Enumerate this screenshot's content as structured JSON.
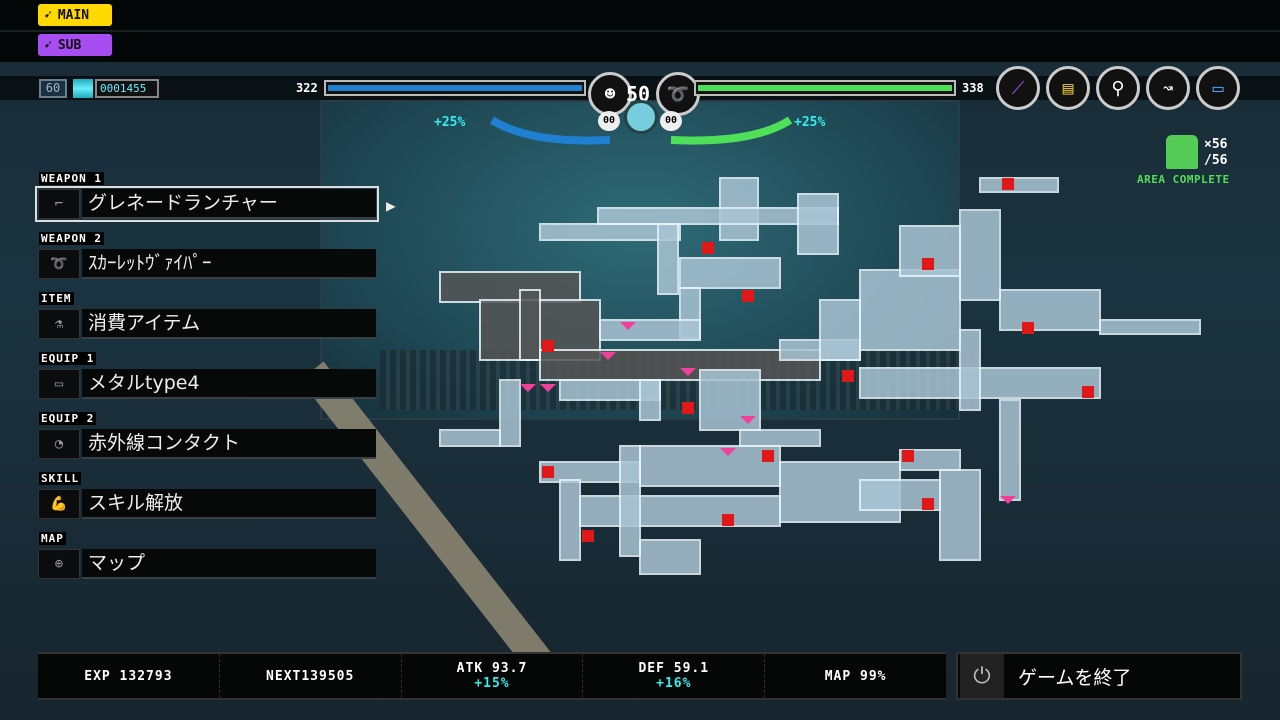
{
  "top_buttons": {
    "main": "MAIN",
    "sub": "SUB"
  },
  "hud": {
    "level": "60",
    "money": "0001455",
    "player1_hp": "322",
    "player2_hp": "338",
    "player1_hp_fraction": 1.0,
    "player2_hp_fraction": 1.0,
    "counter": "50",
    "player1_bonus": "+25%",
    "player2_bonus": "+25%",
    "player1_ammo": "00",
    "player2_ammo": "00"
  },
  "equipment_icons": [
    "sword-icon",
    "keycard-icon",
    "grapple-icon",
    "whip-icon",
    "chip-icon"
  ],
  "area": {
    "collected": "×56",
    "total": "/56",
    "status": "AREA COMPLETE"
  },
  "menu": [
    {
      "label": "WEAPON 1",
      "value": "グレネードランチャー",
      "icon": "grenade-launcher-icon"
    },
    {
      "label": "WEAPON 2",
      "value": "ｽｶｰﾚｯﾄｳﾞｧｲﾊﾟｰ",
      "icon": "whip-icon"
    },
    {
      "label": "ITEM",
      "value": "消費アイテム",
      "icon": "potion-icon"
    },
    {
      "label": "EQUIP 1",
      "value": "メタルtype4",
      "icon": "cassette-icon"
    },
    {
      "label": "EQUIP 2",
      "value": "赤外線コンタクト",
      "icon": "contact-lens-icon"
    },
    {
      "label": "SKILL",
      "value": "スキル解放",
      "icon": "muscle-icon"
    },
    {
      "label": "MAP",
      "value": "マップ",
      "icon": "map-pin-icon"
    }
  ],
  "stats": {
    "exp": "EXP 132793",
    "next": "NEXT139505",
    "atk": "ATK 93.7",
    "atk_bonus": "+15%",
    "def": "DEF 59.1",
    "def_bonus": "+16%",
    "map": "MAP  99%"
  },
  "quit": {
    "label": "ゲームを終了"
  },
  "colors": {
    "main": "#ffd800",
    "sub": "#a74df2",
    "p1": "#1f7fd0",
    "p2": "#4fe05a",
    "room": "#a9c4d4",
    "save": "#e01818"
  }
}
